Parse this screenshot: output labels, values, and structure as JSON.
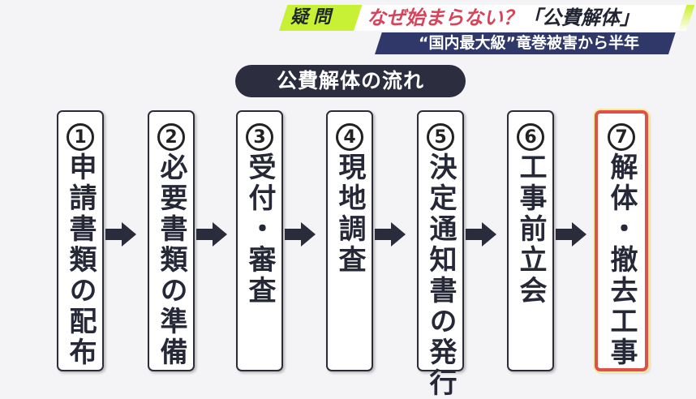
{
  "header": {
    "tag": "疑問",
    "title_red": "なぜ始まらない？",
    "title_dark": "「公費解体」",
    "subtitle": "“国内最大級”竜巻被害から半年"
  },
  "diagram": {
    "title": "公費解体の流れ",
    "steps": [
      {
        "num": "1",
        "label": "申請書類の配布",
        "highlighted": false
      },
      {
        "num": "2",
        "label": "必要書類の準備",
        "highlighted": false
      },
      {
        "num": "3",
        "label": "受付・審査",
        "highlighted": false
      },
      {
        "num": "4",
        "label": "現地調査",
        "highlighted": false
      },
      {
        "num": "5",
        "label": "決定通知書の発行",
        "highlighted": false
      },
      {
        "num": "6",
        "label": "工事前立会",
        "highlighted": false
      },
      {
        "num": "7",
        "label": "解体・撤去工事",
        "highlighted": true
      }
    ]
  },
  "colors": {
    "tag_bg": "#c8f034",
    "title_red": "#d8435a",
    "subtitle_bg": "#2f3868",
    "label_bg": "#2c2d3e",
    "highlight_border": "#e0504a"
  }
}
